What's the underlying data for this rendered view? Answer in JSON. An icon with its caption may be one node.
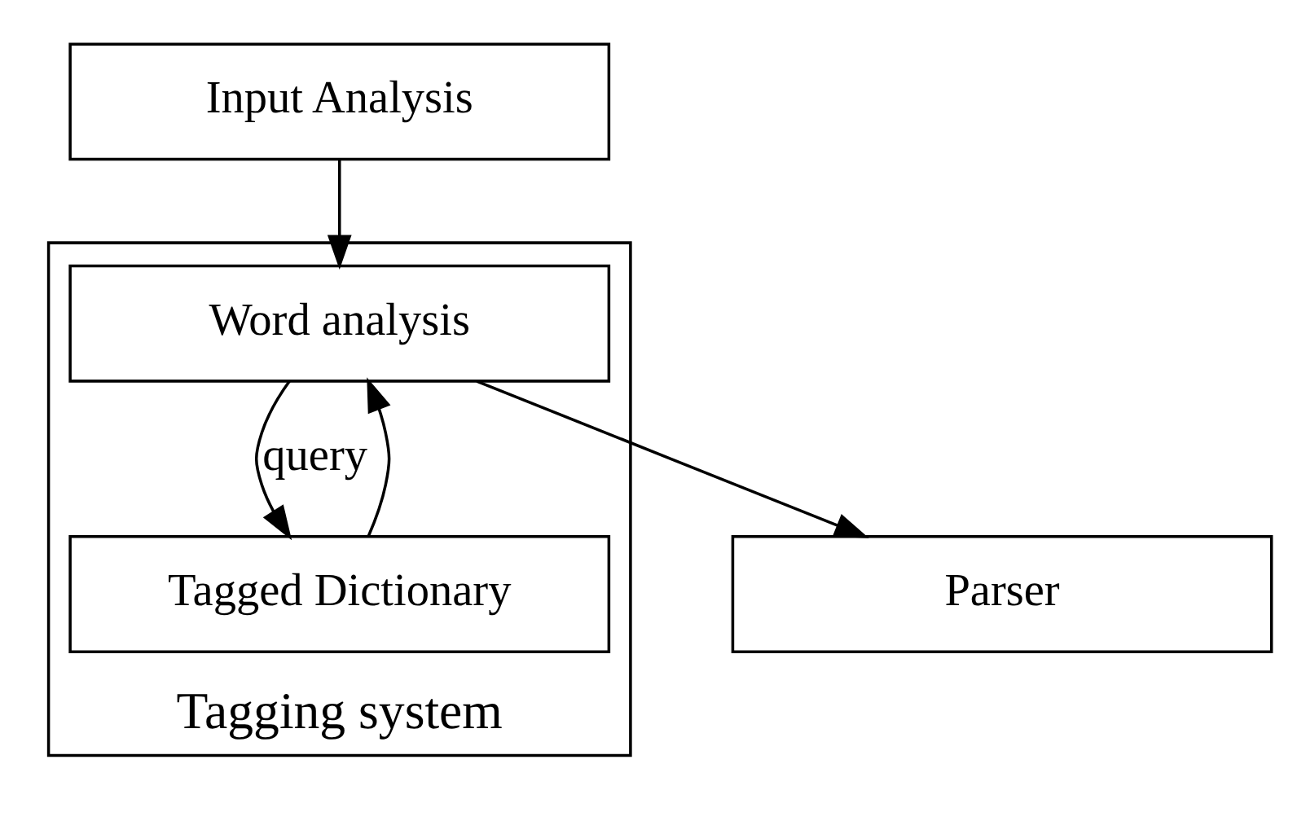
{
  "diagram": {
    "nodes": [
      {
        "text": [
          "Input Analysis"
        ]
      },
      {
        "text": [
          "Tagging system"
        ]
      },
      {
        "text": [
          "Word analysis"
        ],
        "in": 1
      },
      {
        "text": [
          "Tagged Dictionary"
        ],
        "in": 1
      },
      {
        "text": [
          "Parser"
        ]
      }
    ],
    "edges": [
      {
        "from": 0,
        "to": 2,
        "arrow": "to"
      },
      {
        "from": 2,
        "to": 3,
        "arrow": "to",
        "label": "query"
      },
      {
        "from": 3,
        "to": 2,
        "arrow": "to"
      },
      {
        "from": 2,
        "to": 4,
        "arrow": "to"
      }
    ]
  }
}
